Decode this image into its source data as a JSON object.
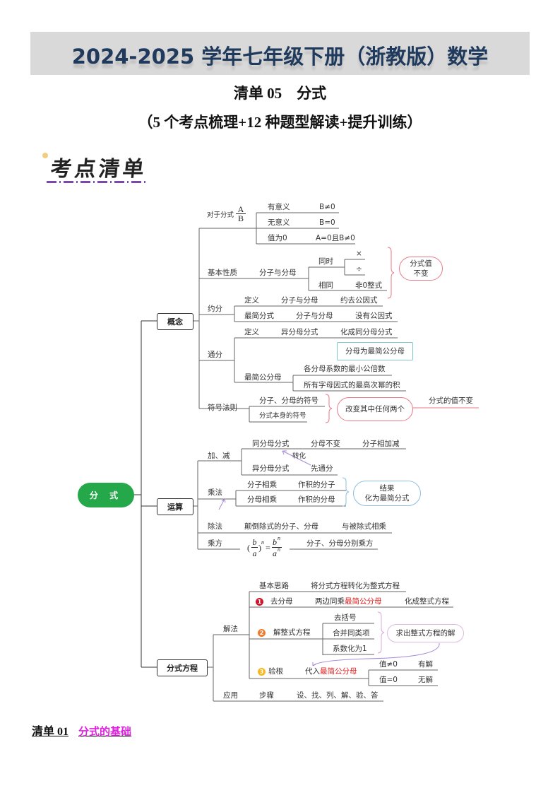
{
  "header": {
    "title": "2024-2025 学年七年级下册（浙教版）数学",
    "subtitle": "清单 05　分式",
    "subtitle2": "（5 个考点梳理+12 种题型解读+提升训练）"
  },
  "logo": {
    "text": "考点清单"
  },
  "mindmap": {
    "root": "分 式",
    "concept": {
      "label": "概念",
      "fraction_def": {
        "label": "对于分式",
        "numerator": "A",
        "denominator": "B",
        "rows": [
          [
            "有意义",
            "B≠0"
          ],
          [
            "无意义",
            "B=0"
          ],
          [
            "值为0",
            "A=0且B≠0"
          ]
        ]
      },
      "basic_property": {
        "label": "基本性质",
        "subject": "分子与分母",
        "same_time": "同时",
        "mul": "×",
        "div": "÷",
        "same": "相同",
        "nonzero": "非0整式",
        "result": "分式值不变"
      },
      "reduction": {
        "label": "约分",
        "rows": [
          [
            "定义",
            "分子与分母",
            "约去公因式"
          ],
          [
            "最简分式",
            "分子与分母",
            "没有公因式"
          ]
        ]
      },
      "common_denominator": {
        "label": "通分",
        "def": [
          "定义",
          "异分母分式",
          "化成同分母分式"
        ],
        "note": "分母为最简公分母",
        "lcd": "最简公分母",
        "lcd_rows": [
          "各分母系数的最小公倍数",
          "所有字母因式的最高次幂的积"
        ]
      },
      "sign_rule": {
        "label": "符号法则",
        "rows": [
          "分子、分母的符号",
          "分式本身的符号"
        ],
        "change": "改变其中任何两个",
        "result": "分式的值不变"
      }
    },
    "operations": {
      "label": "运算",
      "add_sub": {
        "label": "加、减",
        "same": [
          "同分母分式",
          "分母不变",
          "分子相加减"
        ],
        "diff": [
          "异分母分式",
          "先通分"
        ],
        "convert": "转化"
      },
      "multiply": {
        "label": "乘法",
        "rows": [
          [
            "分子相乘",
            "作积的分子"
          ],
          [
            "分母相乘",
            "作积的分母"
          ]
        ],
        "result_line1": "结果",
        "result_line2": "化为最简分式"
      },
      "divide": {
        "label": "除法",
        "step": "颠倒除式的分子、分母",
        "result": "与被除式相乘"
      },
      "power": {
        "label": "乘方",
        "formula_b": "b",
        "formula_a": "a",
        "formula_n": "n",
        "eq": "=",
        "desc": "分子、分母分别乘方"
      }
    },
    "equation": {
      "label": "分式方程",
      "method": {
        "label": "解法",
        "idea": [
          "基本思路",
          "将分式方程转化为整式方程"
        ],
        "step1": {
          "num": "1",
          "label": "去分母",
          "desc_a": "两边同乘",
          "desc_b": "最简公分母",
          "result": "化成整式方程"
        },
        "step2": {
          "num": "2",
          "label": "解整式方程",
          "subs": [
            "去括号",
            "合并同类项",
            "系数化为1"
          ],
          "result": "求出整式方程的解"
        },
        "step3": {
          "num": "3",
          "label": "验根",
          "desc_a": "代入",
          "desc_b": "最简公分母",
          "cases": [
            [
              "值≠0",
              "有解"
            ],
            [
              "值=0",
              "无解"
            ]
          ]
        }
      },
      "application": {
        "label": "应用",
        "steps_label": "步骤",
        "steps": "设、找、列、解、验、答"
      }
    },
    "colors": {
      "root": "#25a84a",
      "step1": "#d0162a",
      "step2": "#f07a2a",
      "step3": "#f5b820",
      "highlight": "#e02020",
      "pink_oval": "#e87a86",
      "teal_box": "#7cc8cc",
      "blue_oval": "#8cc0e0"
    }
  },
  "footer": {
    "list_no": "清单 01",
    "list_title": "分式的基础"
  }
}
